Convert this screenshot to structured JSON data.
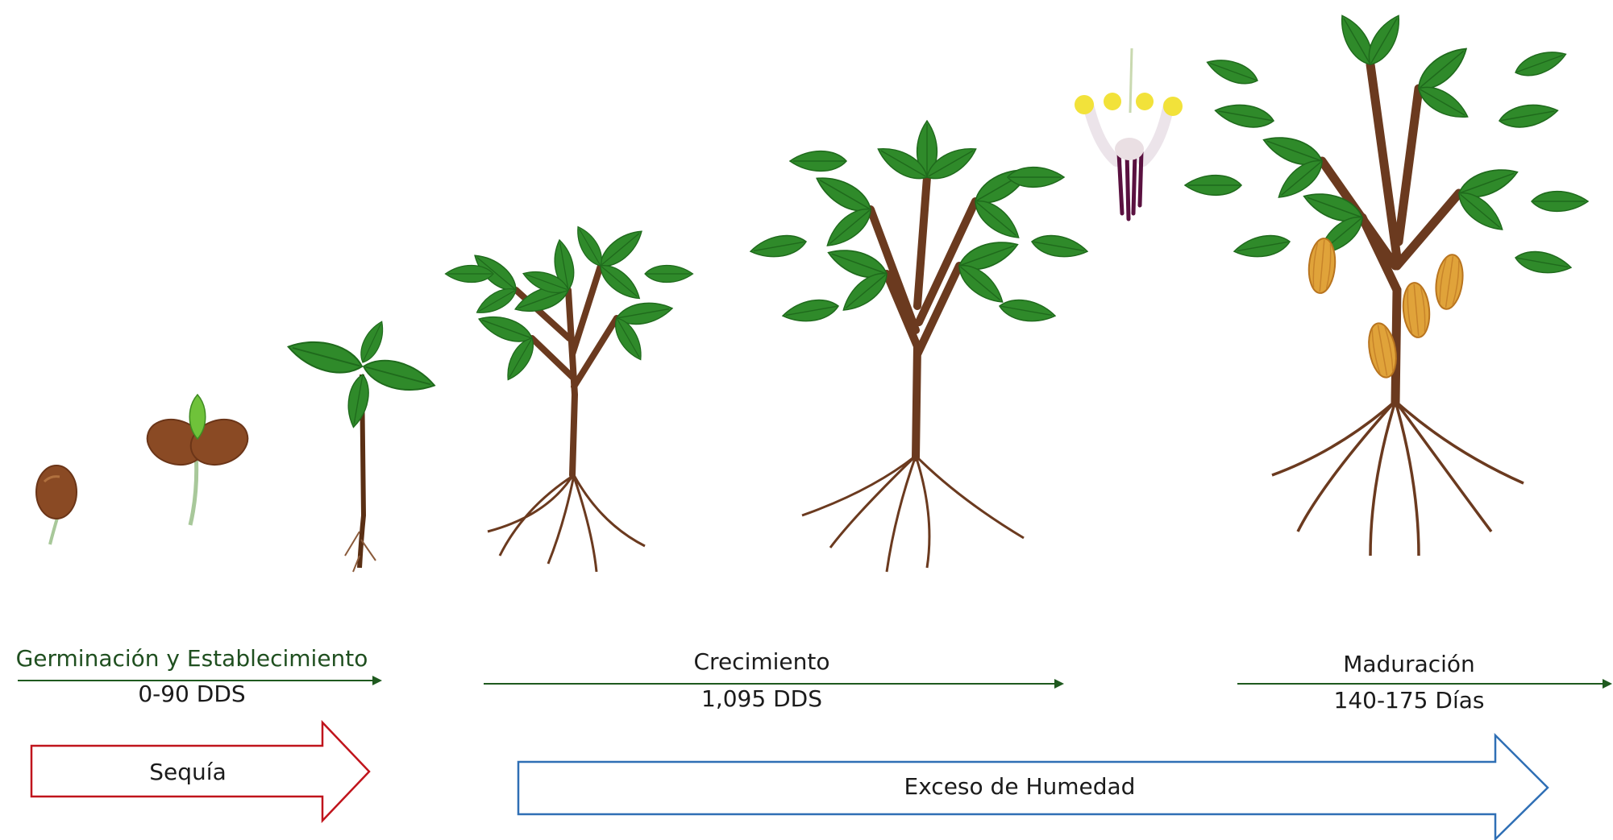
{
  "stages": [
    {
      "name": "Germinación y Establecimiento",
      "duration": "0-90 DDS"
    },
    {
      "name": "Crecimiento",
      "duration": "1,095 DDS"
    },
    {
      "name": "Maduración",
      "duration": "140-175 Días"
    }
  ],
  "stresses": [
    {
      "label": "Sequía",
      "color": "#c0141c"
    },
    {
      "label": "Exceso de Humedad",
      "color": "#2f6fb5"
    }
  ],
  "colors": {
    "timeline": "#1f5a1f",
    "leaf": "#2f8a2a",
    "trunk": "#6b3a1f",
    "seed": "#8a4a24",
    "pod": "#e0a33a",
    "flower_yellow": "#f2e23a",
    "flower_purple": "#5a1140"
  },
  "plant_growth_sequence": [
    "seed-icon",
    "sprouting-seed-icon",
    "seedling-icon",
    "young-tree-icon",
    "tree-icon",
    "cacao-flower-icon",
    "fruiting-tree-icon"
  ]
}
